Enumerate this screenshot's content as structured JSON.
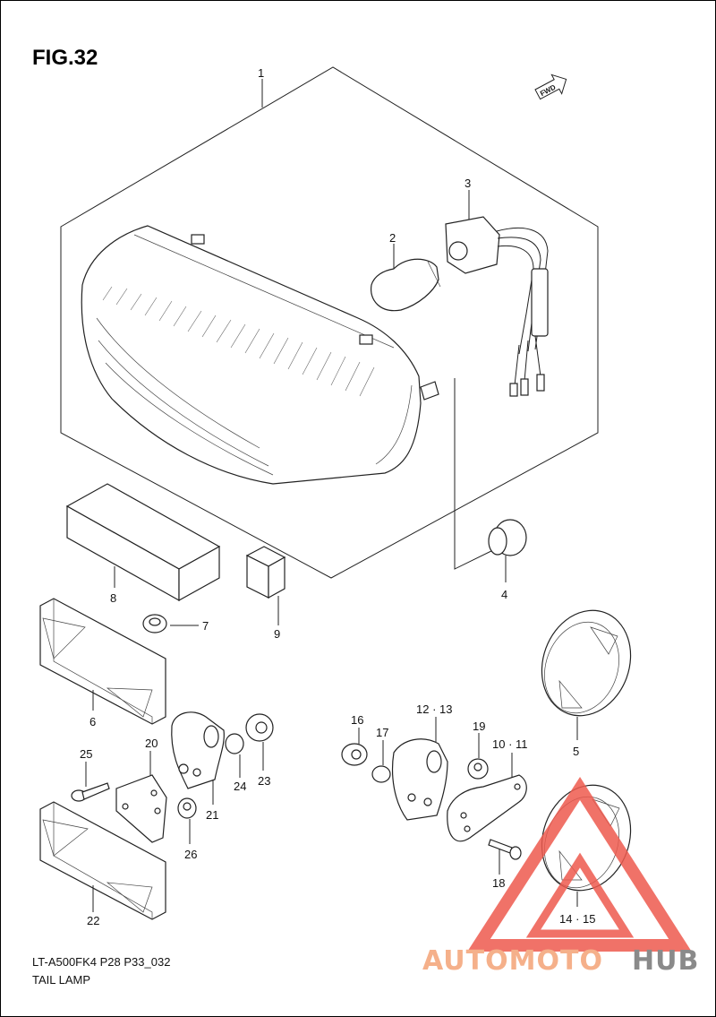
{
  "figure": {
    "title": "FIG.32",
    "code": "LT-A500FK4 P28 P33_032",
    "name": "TAIL LAMP",
    "fwd_label": "FWD"
  },
  "callouts": [
    {
      "id": "c1",
      "label": "1"
    },
    {
      "id": "c2",
      "label": "2"
    },
    {
      "id": "c3",
      "label": "3"
    },
    {
      "id": "c4",
      "label": "4"
    },
    {
      "id": "c5",
      "label": "5"
    },
    {
      "id": "c6",
      "label": "6"
    },
    {
      "id": "c7",
      "label": "7"
    },
    {
      "id": "c8",
      "label": "8"
    },
    {
      "id": "c9",
      "label": "9"
    },
    {
      "id": "c10",
      "label": "10 · 11"
    },
    {
      "id": "c12",
      "label": "12 · 13"
    },
    {
      "id": "c14",
      "label": "14 · 15"
    },
    {
      "id": "c16",
      "label": "16"
    },
    {
      "id": "c17",
      "label": "17"
    },
    {
      "id": "c18",
      "label": "18"
    },
    {
      "id": "c19",
      "label": "19"
    },
    {
      "id": "c20",
      "label": "20"
    },
    {
      "id": "c21",
      "label": "21"
    },
    {
      "id": "c22",
      "label": "22"
    },
    {
      "id": "c23",
      "label": "23"
    },
    {
      "id": "c24",
      "label": "24"
    },
    {
      "id": "c25",
      "label": "25"
    },
    {
      "id": "c26",
      "label": "26"
    }
  ],
  "watermark": {
    "part1": "AUTOMOTO",
    "part2": "HUB",
    "color1": "#f5b08a",
    "color2": "#8a8a8a",
    "triangle_color": "#ee5a4e"
  }
}
